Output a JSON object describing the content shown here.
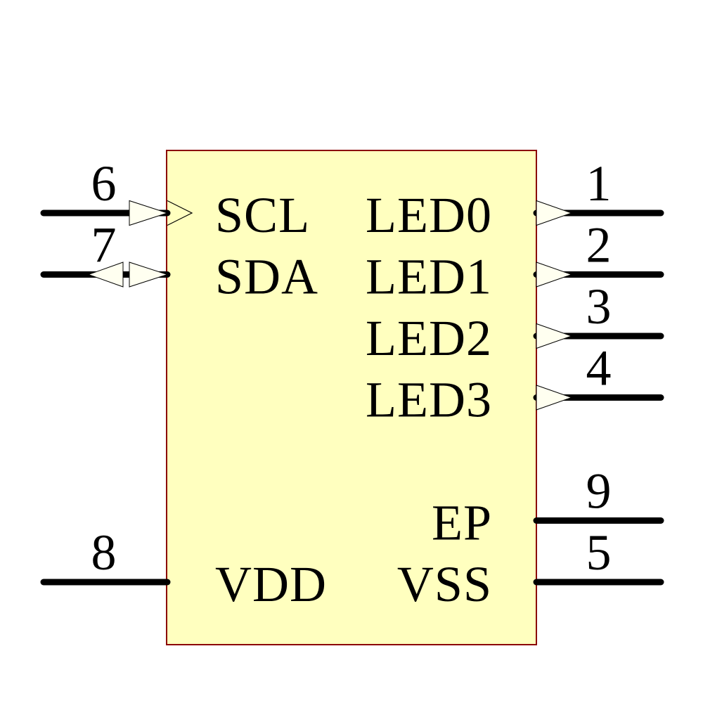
{
  "component": {
    "colors": {
      "background": "#ffffff",
      "body_fill": "#ffffbf",
      "body_border": "#8b0000",
      "arrow_fill": "#fffff0",
      "line": "#000000",
      "text": "#000000"
    },
    "left_pins": [
      {
        "number": "6",
        "name": "SCL",
        "direction": "input",
        "row": 1
      },
      {
        "number": "7",
        "name": "SDA",
        "direction": "bidirectional",
        "row": 2
      },
      {
        "number": "8",
        "name": "VDD",
        "direction": "passive",
        "row": 7
      }
    ],
    "right_pins": [
      {
        "number": "1",
        "name": "LED0",
        "direction": "output",
        "row": 1
      },
      {
        "number": "2",
        "name": "LED1",
        "direction": "output",
        "row": 2
      },
      {
        "number": "3",
        "name": "LED2",
        "direction": "output",
        "row": 3
      },
      {
        "number": "4",
        "name": "LED3",
        "direction": "output",
        "row": 4
      },
      {
        "number": "9",
        "name": "EP",
        "direction": "passive",
        "row": 6
      },
      {
        "number": "5",
        "name": "VSS",
        "direction": "passive",
        "row": 7
      }
    ]
  }
}
